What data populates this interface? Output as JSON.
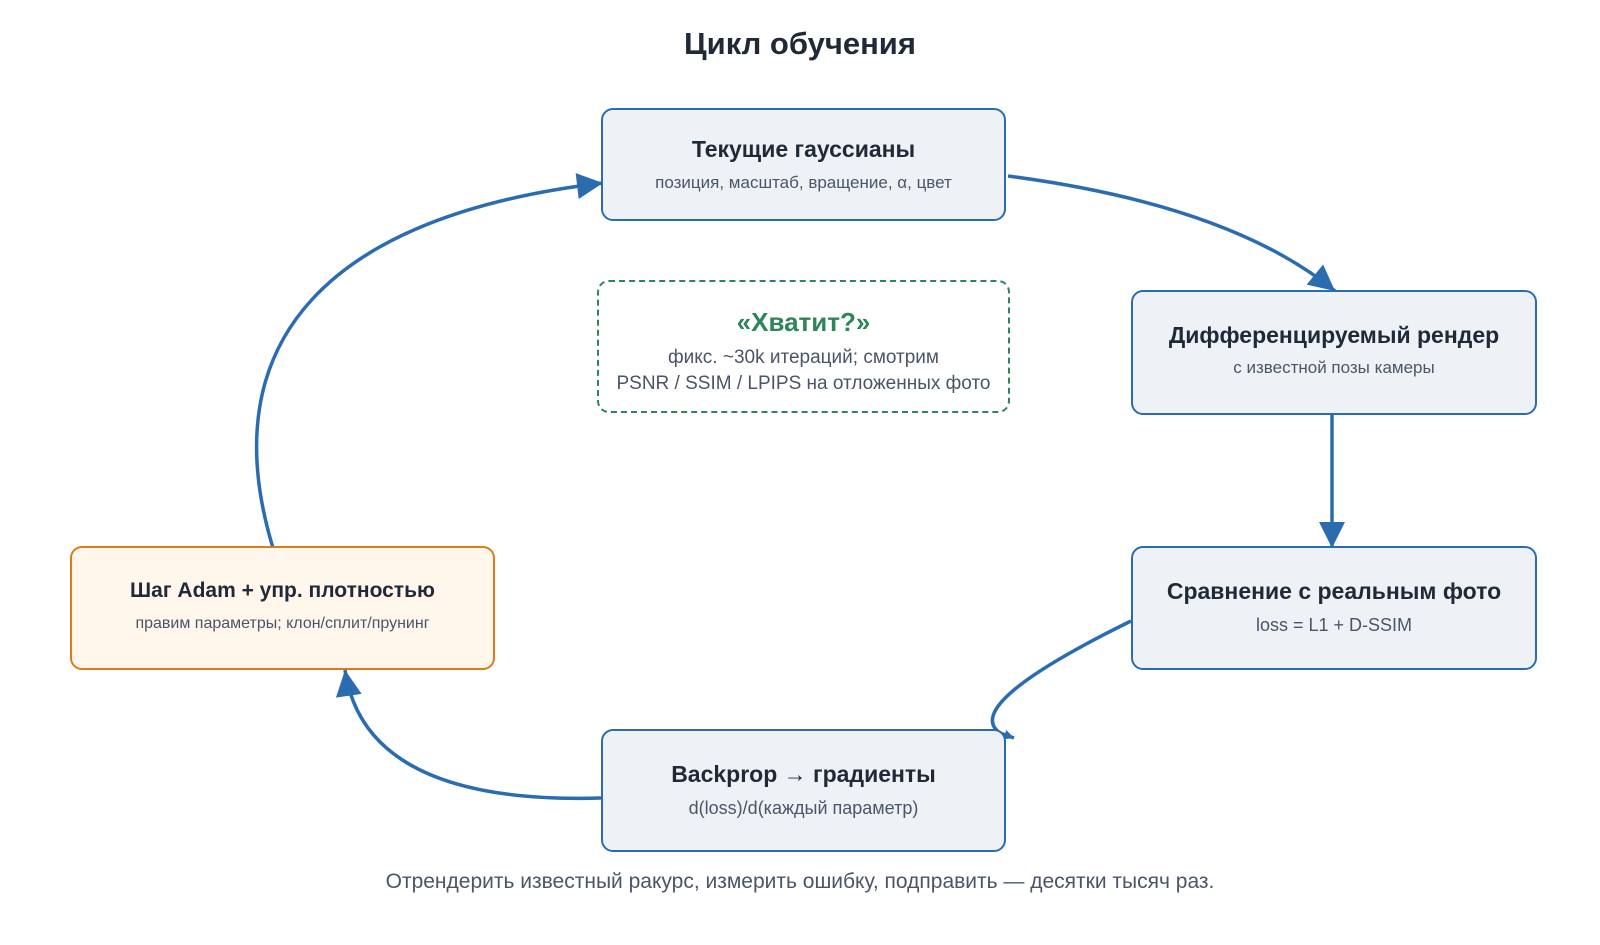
{
  "title": "Цикл обучения",
  "nodes": {
    "current_gaussians": {
      "title": "Текущие гауссианы",
      "subtitle": "позиция, масштаб, вращение, α, цвет"
    },
    "diff_render": {
      "title": "Дифференцируемый рендер",
      "subtitle": "с известной позы камеры"
    },
    "compare": {
      "title": "Сравнение с реальным фото",
      "subtitle": "loss = L1 + D-SSIM"
    },
    "backprop": {
      "title": "Backprop → градиенты",
      "subtitle": "d(loss)/d(каждый параметр)"
    },
    "adam_step": {
      "title": "Шаг Adam + упр. плотностью",
      "subtitle": "правим параметры; клон/сплит/прунинг"
    },
    "enough": {
      "title": "«Хватит?»",
      "subtitle_line1": "фикс. ~30k итераций; смотрим",
      "subtitle_line2": "PSNR / SSIM / LPIPS на отложенных фото"
    }
  },
  "caption": "Отрендерить известный ракурс, измерить ошибку, подправить — десятки тысяч раз.",
  "colors": {
    "arrow": "#2b6cb0",
    "node_border": "#2b6cb0",
    "node_fill": "#eef2f7",
    "highlight_border": "#dd7a1c",
    "highlight_fill": "#fff6ec",
    "check_border": "#2f855a",
    "check_text": "#2f855a"
  }
}
